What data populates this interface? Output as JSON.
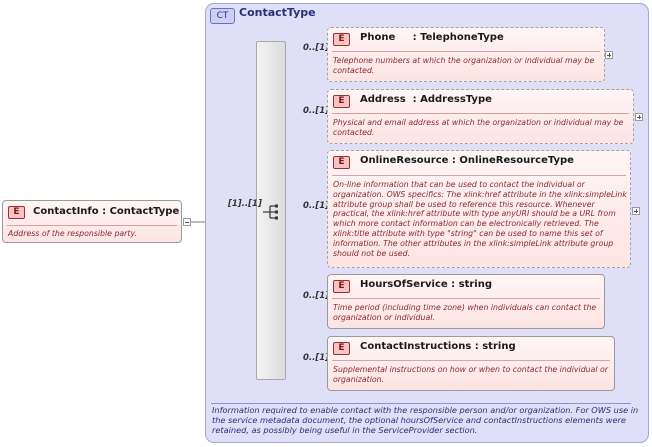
{
  "complex_type": {
    "badge": "CT",
    "title": "ContactType",
    "documentation": "Information required to enable contact with the responsible person and/or organization. For OWS use in the service metadata document, the optional hoursOfService and contactInstructions elements were retained, as possibly being useful in the ServiceProvider section."
  },
  "root_element": {
    "badge": "E",
    "name": "ContactInfo : ContactType",
    "documentation": "Address of the responsible party.",
    "multiplicity": "[1]..[1]"
  },
  "elements": [
    {
      "badge": "E",
      "name": "Phone     : TelephoneType",
      "multiplicity": "0..[1]",
      "documentation": "Telephone numbers at which the organization or individual may be contacted."
    },
    {
      "badge": "E",
      "name": "Address  : AddressType",
      "multiplicity": "0..[1]",
      "documentation": "Physical and email address at which the organization or individual may be contacted."
    },
    {
      "badge": "E",
      "name": "OnlineResource : OnlineResourceType",
      "multiplicity": "0..[1]",
      "documentation": "On-line information that can be used to contact the individual or organization. OWS specifics: The xlink:href attribute in the xlink:simpleLink attribute group shall be used to reference this resource. Whenever practical, the xlink:href attribute with type anyURI should be a URL from which more contact information can be electronically retrieved. The xlink:title attribute with type \"string\" can be used to name this set of information. The other attributes in the xlink:simpleLink attribute group should not be used."
    },
    {
      "badge": "E",
      "name": "HoursOfService : string",
      "multiplicity": "0..[1]",
      "documentation": "Time period (including time zone) when individuals can contact the organization or individual."
    },
    {
      "badge": "E",
      "name": "ContactInstructions : string",
      "multiplicity": "0..[1]",
      "documentation": "Supplemental instructions on how or when to contact the individual or organization."
    }
  ]
}
